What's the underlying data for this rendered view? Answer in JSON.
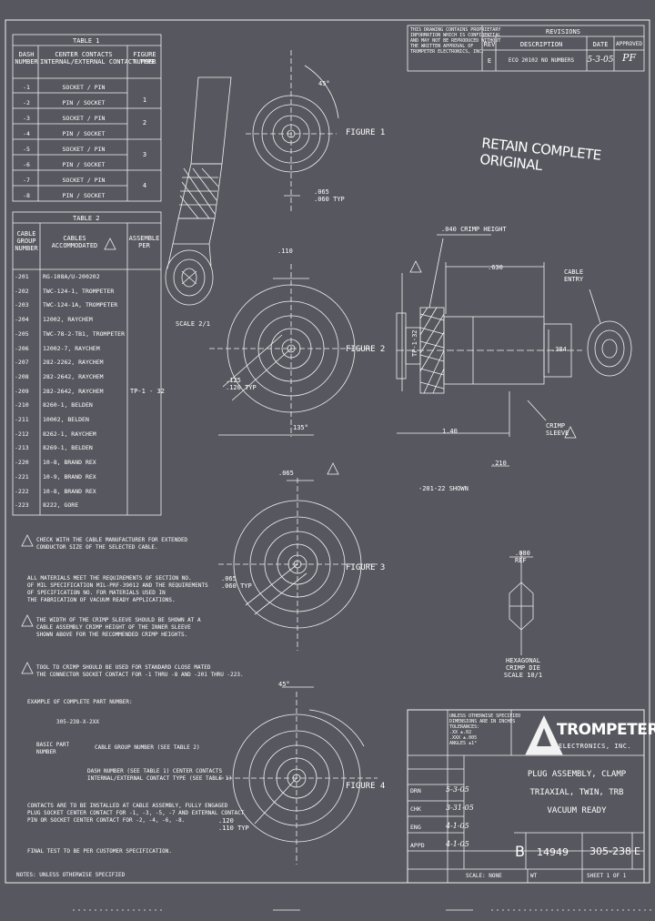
{
  "table1": {
    "title": "TABLE 1",
    "headers": [
      "DASH\nNUMBER",
      "CENTER CONTACTS\nINTERNAL/EXTERNAL CONTACT TYPE",
      "FIGURE\nNUMBER"
    ],
    "rows": [
      [
        "-1",
        "SOCKET / PIN",
        ""
      ],
      [
        "-2",
        "PIN / SOCKET",
        ""
      ],
      [
        "-3",
        "SOCKET / PIN",
        ""
      ],
      [
        "-4",
        "PIN / SOCKET",
        ""
      ],
      [
        "-5",
        "SOCKET / PIN",
        ""
      ],
      [
        "-6",
        "PIN / SOCKET",
        ""
      ],
      [
        "-7",
        "SOCKET / PIN",
        ""
      ],
      [
        "-8",
        "PIN / SOCKET",
        ""
      ]
    ],
    "figure_groups": [
      "1",
      "2",
      "3",
      "4"
    ]
  },
  "table2": {
    "title": "TABLE 2",
    "headers": [
      "CABLE\nGROUP\nNUMBER",
      "CABLES\nACCOMMODATED",
      "ASSEMBLE\nPER"
    ],
    "rows": [
      [
        "-201",
        "RG-108A/U-200202"
      ],
      [
        "-202",
        "TWC-124-1, TROMPETER"
      ],
      [
        "-203",
        "TWC-124-1A, TROMPETER"
      ],
      [
        "-204",
        "12002, RAYCHEM"
      ],
      [
        "-205",
        "TWC-78-2-TB1, TROMPETER"
      ],
      [
        "-206",
        "12002-7, RAYCHEM"
      ],
      [
        "-207",
        "282-2262, RAYCHEM"
      ],
      [
        "-208",
        "282-2642, RAYCHEM"
      ],
      [
        "-209",
        "282-2642, RAYCHEM"
      ],
      [
        "-210",
        "8260-1, BELDEN"
      ],
      [
        "-211",
        "10002, BELDEN"
      ],
      [
        "-212",
        "8262-1, RAYCHEM"
      ],
      [
        "-213",
        "8269-1, BELDEN"
      ],
      [
        "-220",
        "10-8, BRAND REX"
      ],
      [
        "-221",
        "10-9, BRAND REX"
      ],
      [
        "-222",
        "10-8, BRAND REX"
      ],
      [
        "-223",
        "8222, GORE"
      ]
    ],
    "assemble_per": "TP-1 - 32"
  },
  "revisions": {
    "title": "REVISIONS",
    "headers": [
      "REV",
      "DESCRIPTION",
      "DATE",
      "APPROVED"
    ],
    "rev": "E",
    "description": "ECO 20102 NO NUMBERS",
    "date": "5-3-05",
    "approved": "PF",
    "note": "THIS DRAWING CONTAINS PROPRIETARY\nINFORMATION WHICH IS CONFIDENTIAL\nAND MAY NOT BE REPRODUCED WITHOUT\nTHE WRITTEN APPROVAL OF\nTROMPETER ELECTRONICS, INC."
  },
  "stamp": "RETAIN COMPLETE ORIGINAL",
  "figures": {
    "fig1": "FIGURE 1",
    "fig2": "FIGURE 2",
    "fig3": "FIGURE 3",
    "fig4": "FIGURE 4",
    "scale_note": "SCALE 2/1"
  },
  "dims": {
    "d1": "45°",
    "d2": ".065\n.060 TYP",
    "d3": ".110",
    "d4": ".125\n.120 TYP",
    "d5": "135°",
    "d6": ".065",
    "d7": ".065\n.060 TYP",
    "d8": "45°",
    "d9": ".120\n.110 TYP",
    "d10": ".040 CRIMP HEIGHT",
    "d11": ".630",
    "d12": "1.40",
    "d13": ".384",
    "d14": ".210",
    "d15": "CABLE\nENTRY",
    "d16": "CRIMP\nSLEEVE",
    "d17": "-201-22 SHOWN",
    "d18": "TP-1-32",
    "d19": ".080\nREF",
    "d20": "HEXAGONAL\nCRIMP DIE\nSCALE 10/1"
  },
  "notes": [
    "CHECK WITH THE CABLE MANUFACTURER FOR EXTENDED\nCONDUCTOR SIZE OF THE SELECTED CABLE.",
    "ALL MATERIALS MEET THE REQUIREMENTS OF SECTION NO.\nOF MIL SPECIFICATION MIL-PRF-39012 AND THE REQUIREMENTS\nOF SPECIFICATION NO. FOR MATERIALS USED IN\nTHE FABRICATION OF VACUUM READY APPLICATIONS.",
    "THE WIDTH OF THE CRIMP SLEEVE SHOULD BE SHOWN AT A\nCABLE ASSEMBLY CRIMP HEIGHT OF THE INNER SLEEVE\nSHOWN ABOVE FOR THE RECOMMENDED CRIMP HEIGHTS.",
    "TOOL TO CRIMP SHOULD BE USED FOR STANDARD CLOSE MATED\nTHE CONNECTOR SOCKET CONTACT FOR -1 THRU -8 AND -201 THRU -223.",
    "EXAMPLE OF COMPLETE PART NUMBER:"
  ],
  "part_example": "305-238-X-2XX",
  "part_example_lines": [
    "BASIC PART\nNUMBER",
    "CABLE GROUP NUMBER (SEE TABLE 2)",
    "DASH NUMBER (SEE TABLE 1) CENTER CONTACTS\nINTERNAL/EXTERNAL CONTACT TYPE (SEE TABLE 1)"
  ],
  "notes_more": [
    "CONTACTS ARE TO BE INSTALLED AT CABLE ASSEMBLY, FULLY ENGAGED\nPLUG SOCKET CENTER CONTACT FOR -1, -3, -5, -7 AND EXTERNAL CONTACT\nPIN OR SOCKET CENTER CONTACT FOR -2, -4, -6, -8.",
    "FINAL TEST TO BE PER CUSTOMER SPECIFICATION."
  ],
  "footer_note": "NOTES: UNLESS OTHERWISE SPECIFIED",
  "title_block": {
    "company": "TROMPETER",
    "company_sub": "ELECTRONICS, INC.",
    "title_lines": [
      "PLUG ASSEMBLY, CLAMP",
      "TRIAXIAL, TWIN, TRB",
      "VACUUM READY"
    ],
    "size": "B",
    "cage": "14949",
    "dwg_no": "305-238",
    "rev": "E",
    "scale": "SCALE: NONE",
    "sheet": "SHEET 1 OF 1",
    "wt": "WT",
    "tolerances": "UNLESS OTHERWISE SPECIFIED\nDIMENSIONS ARE IN INCHES\nTOLERANCES:\n.XX ±.02\n.XXX ±.005\nANGLES ±1°",
    "dates": [
      "5-3-05",
      "3-31-05",
      "4-1-05",
      "4-1-05"
    ],
    "signers": [
      "DRN",
      "CHK",
      "ENG",
      "APPD"
    ]
  }
}
